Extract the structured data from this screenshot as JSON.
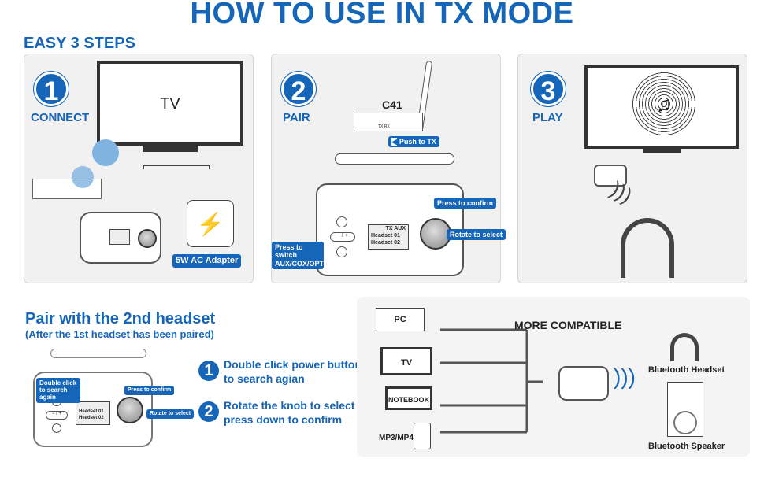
{
  "title": "HOW TO USE IN TX MODE",
  "subtitle": "EASY 3 STEPS",
  "steps": [
    {
      "num": "1",
      "label": "CONNECT",
      "tv": "TV",
      "adapter": "5W AC Adapter"
    },
    {
      "num": "2",
      "label": "PAIR",
      "device": "C41",
      "switch_tx": "TX",
      "switch_rx": "RX",
      "push": "Push to TX",
      "confirm": "Press to confirm",
      "rotate": "Rotate to select",
      "switch": "Press to switch AUX/COX/OPT",
      "screen_top": "TX  AUX",
      "screen_rows": [
        "Headset 01",
        "Headset 02"
      ]
    },
    {
      "num": "3",
      "label": "PLAY"
    }
  ],
  "second": {
    "heading": "Pair with the 2nd headset",
    "note": "(After the 1st headset has been paired)",
    "double_click": "Double click to search again",
    "confirm": "Press to confirm",
    "rotate": "Rotate to select",
    "screen_rows": [
      "Headset 01",
      "Headset 02"
    ],
    "instructions": [
      {
        "num": "1",
        "lines": [
          "Double click power button",
          "to search agian"
        ]
      },
      {
        "num": "2",
        "lines": [
          "Rotate the knob to select",
          "press down to confirm"
        ]
      }
    ]
  },
  "compatible": {
    "heading": "MORE COMPATIBLE",
    "sources": [
      "PC",
      "TV",
      "NOTEBOOK",
      "MP3/MP4"
    ],
    "outputs": [
      "Bluetooth Headset",
      "Bluetooth Speaker"
    ]
  },
  "colors": {
    "accent": "#1565b8",
    "panel": "#f1f1f1"
  }
}
